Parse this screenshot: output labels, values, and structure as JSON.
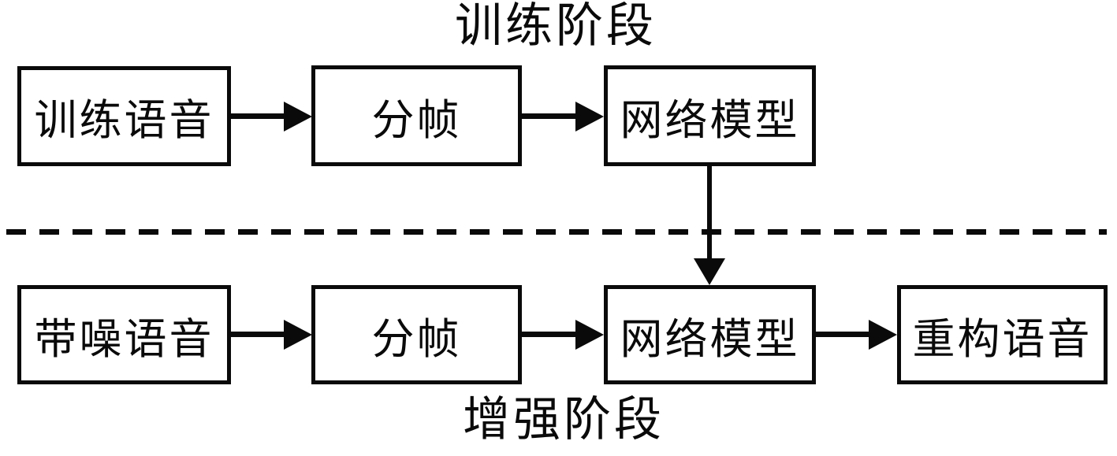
{
  "diagram": {
    "titles": {
      "training": "训练阶段",
      "enhancement": "增强阶段"
    },
    "nodes": {
      "train_speech": "训练语音",
      "framing_train": "分帧",
      "network_train": "网络模型",
      "noisy_speech": "带噪语音",
      "framing_enhance": "分帧",
      "network_enhance": "网络模型",
      "reconstructed_speech": "重构语音"
    },
    "edges": [
      {
        "from": "train_speech",
        "to": "framing_train",
        "style": "solid-arrow"
      },
      {
        "from": "framing_train",
        "to": "network_train",
        "style": "solid-arrow"
      },
      {
        "from": "network_train",
        "to": "network_enhance",
        "style": "solid-arrow"
      },
      {
        "from": "noisy_speech",
        "to": "framing_enhance",
        "style": "solid-arrow"
      },
      {
        "from": "framing_enhance",
        "to": "network_enhance",
        "style": "solid-arrow"
      },
      {
        "from": "network_enhance",
        "to": "reconstructed_speech",
        "style": "solid-arrow"
      }
    ],
    "divider": {
      "style": "dashed",
      "orientation": "horizontal"
    },
    "colors": {
      "line": "#0a0a0a",
      "background": "#ffffff"
    }
  }
}
